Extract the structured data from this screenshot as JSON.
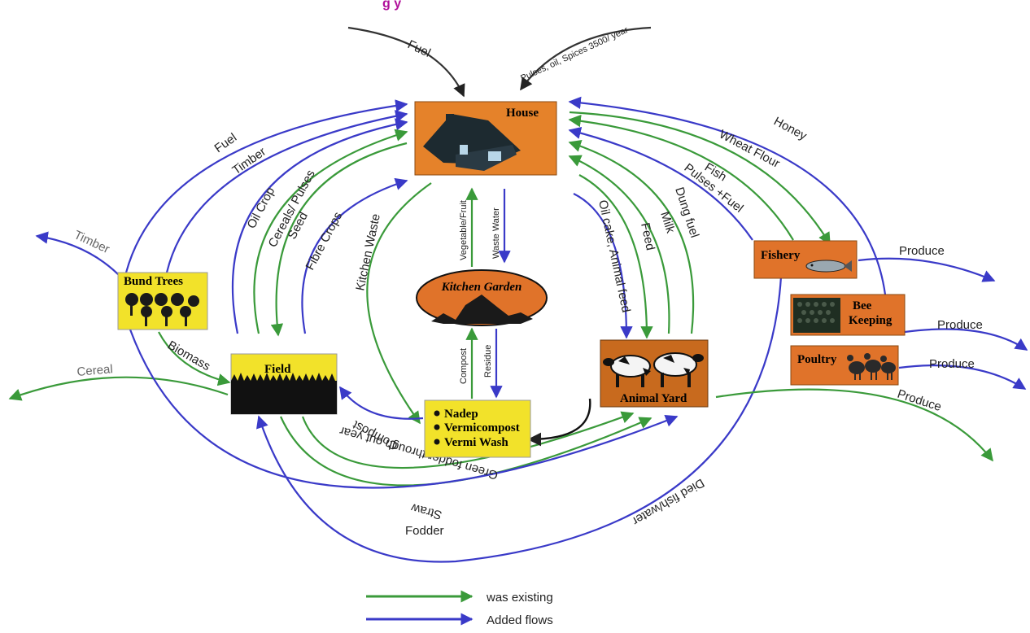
{
  "colors": {
    "existing_flow": "#3a9a3a",
    "existing_flow_edge": "#d8cc2a",
    "added_flow": "#3a3ac8",
    "added_flow_edge": "#8a3ab0",
    "node_orange": "#e5822a",
    "node_yellow": "#f2e22a",
    "node_brown": "#c86a1e",
    "header": "#b0109a"
  },
  "header_fragment": "g                         y",
  "nodes": {
    "house": "House",
    "kitchen_garden": "Kitchen Garden",
    "bund_trees": "Bund Trees",
    "field": "Field",
    "nadep_items": [
      "Nadep",
      "Vermicompost",
      "Vermi Wash"
    ],
    "animal_yard": "Animal Yard",
    "fishery": "Fishery",
    "bee_keeping_line1": "Bee",
    "bee_keeping_line2": "Keeping",
    "poultry": "Poultry"
  },
  "flow_labels": {
    "fuel_top": "Fuel",
    "pulses_oil_spices": "Pulses, oil, Spices 3500/ year",
    "fuel_bund": "Fuel",
    "timber_bund": "Timber",
    "oil_crop": "Oil Crop",
    "cereals_pulses": "Cereals/ Pulses",
    "seed": "Seed",
    "fibre_crops": "Fibre Crops",
    "kitchen_waste": "Kitchen Waste",
    "vegetable_fruit": "Vegetable/Fruit",
    "waste_water": "Waste Water",
    "compost_up": "Compost",
    "residue": "Residue",
    "oil_cake": "Oil cake, Animal feed",
    "feed": "Feed",
    "milk": "Milk",
    "dung_fuel": "Dung fuel",
    "pulses_fuel": "Pulses +Fuel",
    "fish": "Fish",
    "wheat_flour": "Wheat Flour",
    "honey": "Honey",
    "timber_out": "Timber",
    "biomass": "Biomass",
    "cereal_out": "Cereal",
    "compost_field": "Compost",
    "green_fodder": "Green fodder through out year",
    "straw": "Straw",
    "fodder": "Fodder",
    "died_fish": "Died fish/water",
    "produce_fishery": "Produce",
    "produce_bee": "Produce",
    "produce_poultry": "Produce",
    "produce_animal": "Produce"
  },
  "legend": {
    "existing": "was existing",
    "added": "Added flows"
  }
}
